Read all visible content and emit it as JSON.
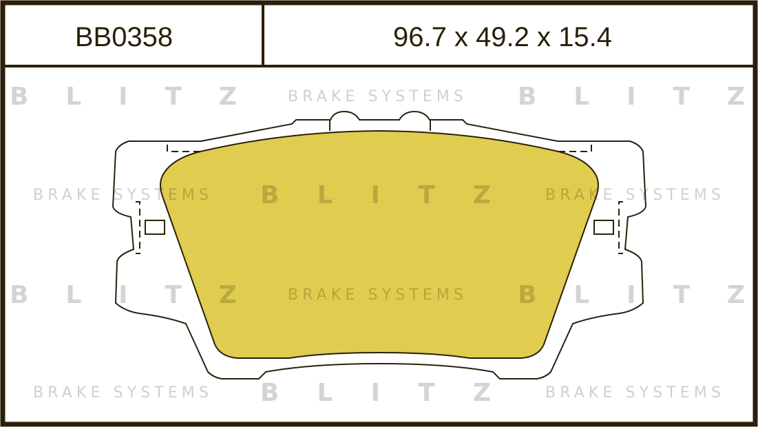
{
  "header": {
    "part_number": "BB0358",
    "dimensions": "96.7 x 49.2 x 15.4"
  },
  "watermark": {
    "brand": "BLITZ",
    "tagline": "BRAKE SYSTEMS"
  },
  "colors": {
    "outline": "#2a1f0a",
    "friction_fill": "#e0cc4e",
    "watermark": "#d2d2d2"
  }
}
